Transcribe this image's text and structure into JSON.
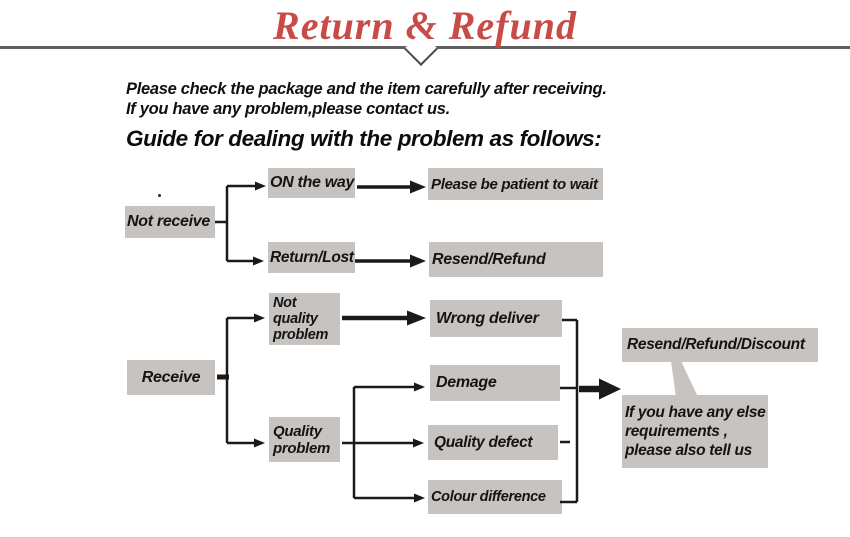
{
  "colors": {
    "accent-red": "#c94b48",
    "box-gray": "#c6c3c0",
    "line-dark": "#1a1a1a",
    "rule-gray": "#5f5f5f"
  },
  "header": {
    "title": "Return & Refund",
    "intro_line1": "Please check the package and the item carefully after receiving.",
    "intro_line2": "If  you have any problem,please contact us.",
    "guide_heading": "Guide for dealing with the problem as follows:"
  },
  "flow": {
    "nodes": {
      "not_receive": "Not receive",
      "on_the_way": "ON the way",
      "please_wait": "Please be patient to wait",
      "return_lost": "Return/Lost",
      "resend_refund": "Resend/Refund",
      "receive": "Receive",
      "not_quality_problem": "Not\nquality\nproblem",
      "wrong_deliver": "Wrong deliver",
      "demage": "Demage",
      "quality_problem": "Quality\nproblem",
      "quality_defect": "Quality defect",
      "colour_difference": "Colour difference",
      "resend_refund_discount": "Resend/Refund/Discount",
      "else_requirements": "If you have any else\n requirements ,\nplease also tell us"
    }
  }
}
